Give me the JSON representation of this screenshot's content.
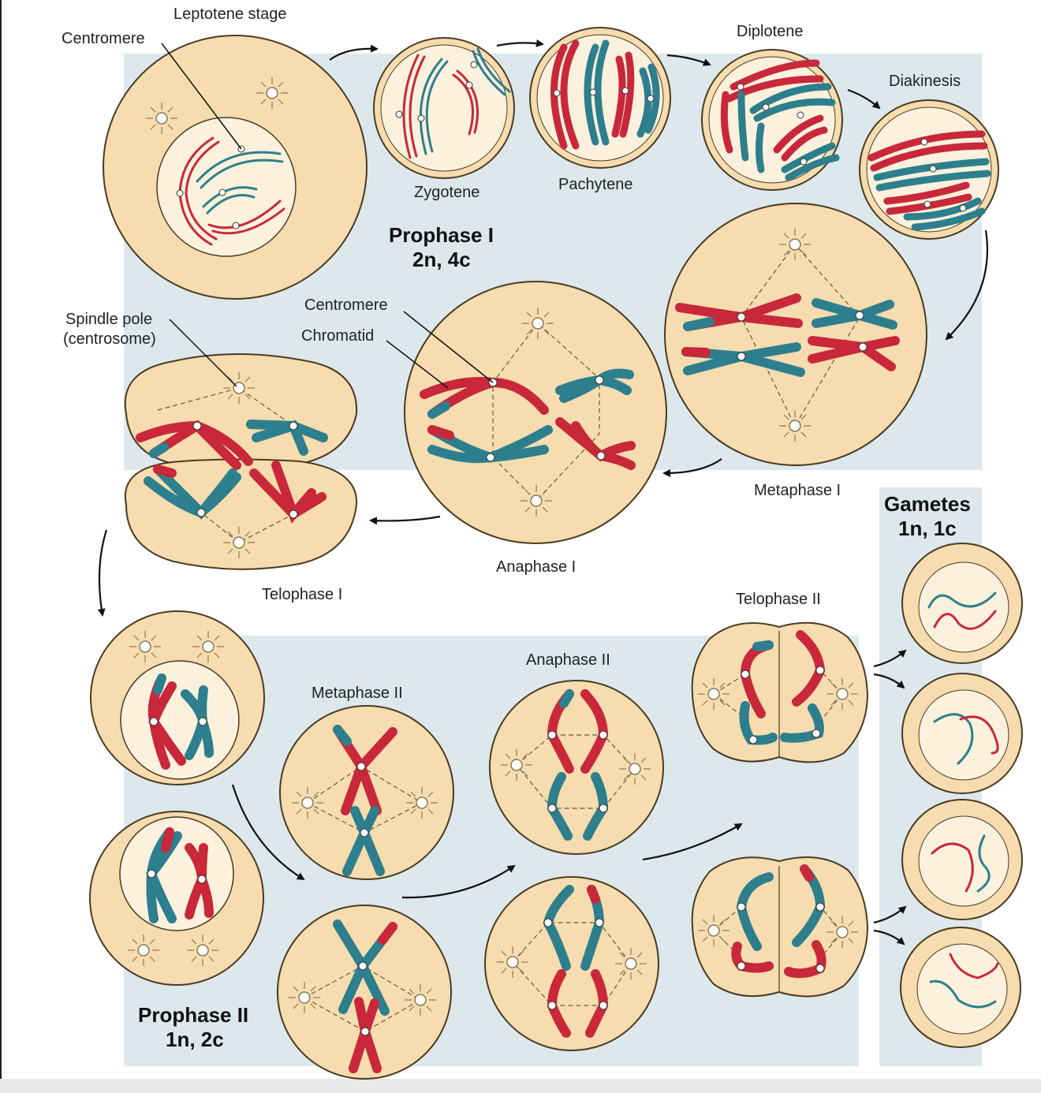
{
  "colors": {
    "panel": "#dce8ec",
    "cell_fill": "#f6dcae",
    "cell_stroke": "#4a3a22",
    "nucleus_fill": "#fbf1dc",
    "red_chromosome": "#c8283a",
    "blue_chromosome": "#2e7f8e",
    "arrow": "#111111"
  },
  "prophase1": {
    "heading_line1": "Prophase I",
    "heading_line2": "2n, 4c",
    "leptotene": "Leptotene stage",
    "centromere_top": "Centromere",
    "zygotene": "Zygotene",
    "pachytene": "Pachytene",
    "diplotene": "Diplotene",
    "diakinesis": "Diakinesis"
  },
  "meiosis1": {
    "metaphase": "Metaphase I",
    "anaphase": "Anaphase I",
    "telophase": "Telophase I",
    "centromere": "Centromere",
    "chromatid": "Chromatid",
    "spindle_pole_line1": "Spindle pole",
    "spindle_pole_line2": "(centrosome)"
  },
  "meiosis2": {
    "heading_line1": "Prophase II",
    "heading_line2": "1n, 2c",
    "metaphase": "Metaphase II",
    "anaphase": "Anaphase II",
    "telophase": "Telophase II"
  },
  "gametes": {
    "heading_line1": "Gametes",
    "heading_line2": "1n, 1c"
  }
}
